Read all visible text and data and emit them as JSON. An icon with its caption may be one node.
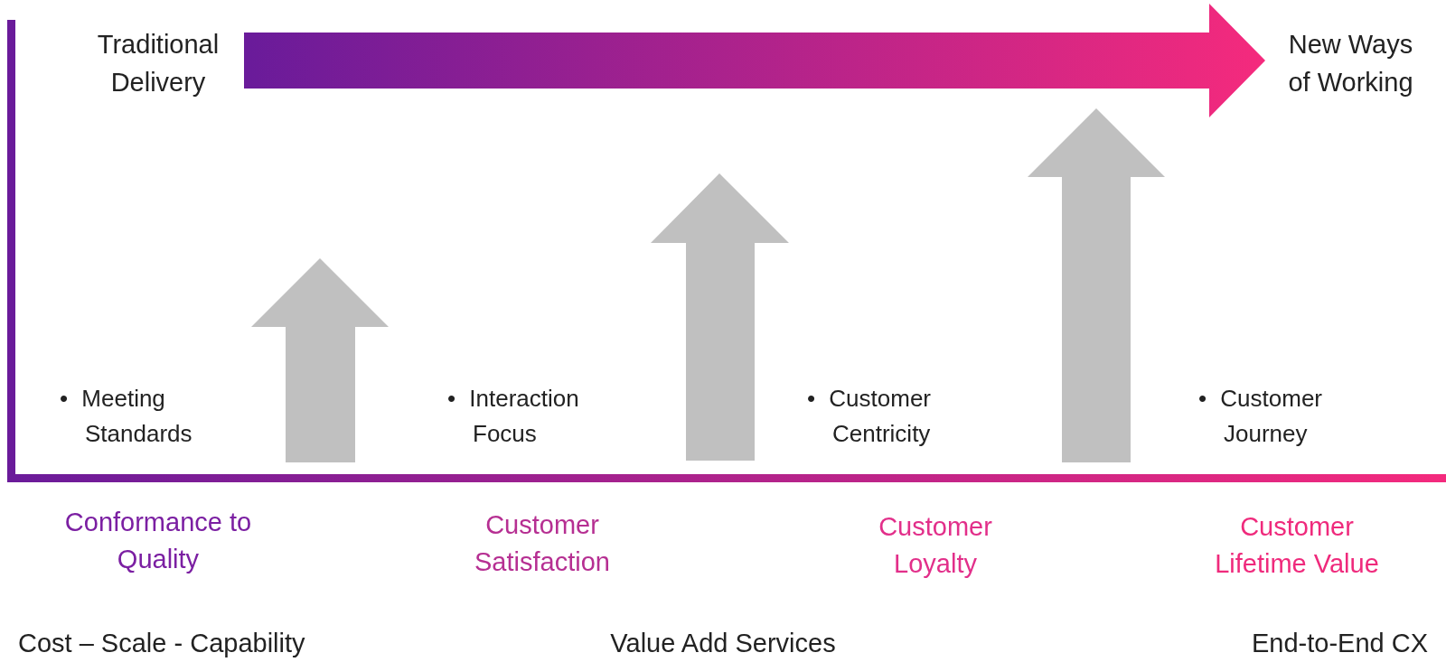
{
  "diagram": {
    "nodes": [
      {
        "text": [
          "Traditional Delivery"
        ]
      },
      {
        "text": [
          "New Ways of Working"
        ]
      }
    ],
    "edges": [
      {
        "from": 0,
        "to": 1,
        "arrow": "to",
        "style": "thick"
      }
    ],
    "labels": [
      "• Meeting Standards",
      "• Interaction Focus",
      "• Customer Centricity",
      "• Customer Journey",
      "Conformance to Quality",
      "Customer Satisfaction",
      "Customer Loyalty",
      "Customer Lifetime Value",
      "Cost – Scale - Capability",
      "Value Add Services",
      "End-to-End CX"
    ]
  }
}
